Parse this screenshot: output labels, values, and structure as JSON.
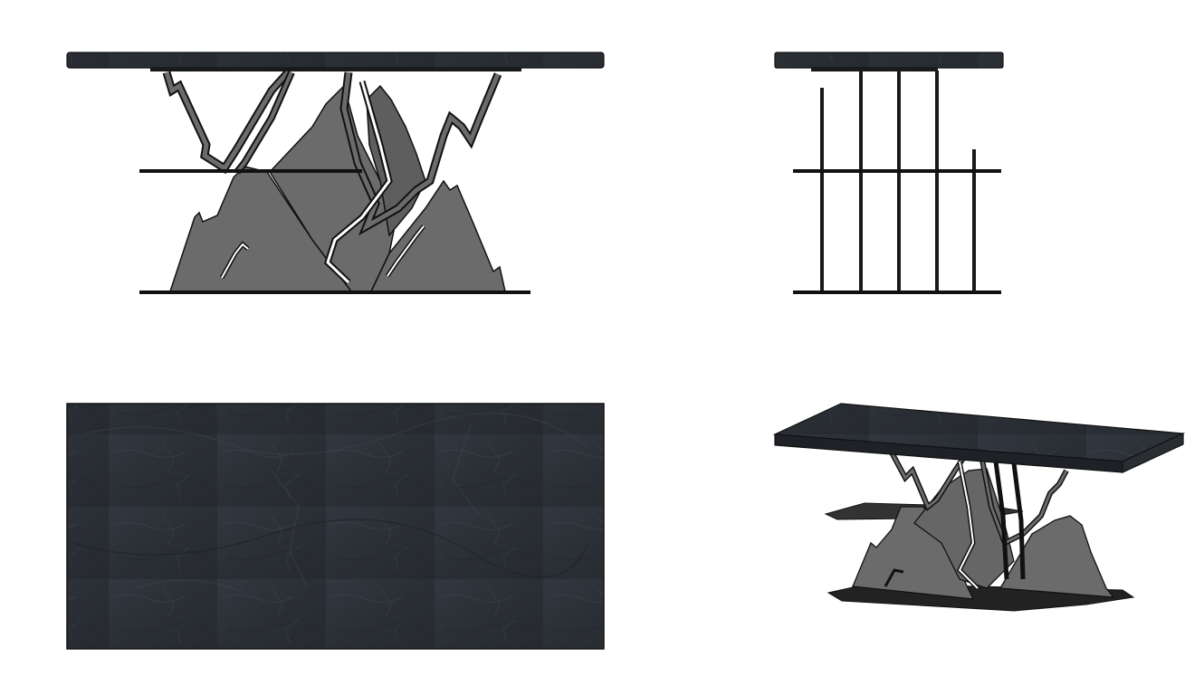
{
  "sheet": {
    "views": [
      {
        "id": "front",
        "kind": "front-elevation"
      },
      {
        "id": "side",
        "kind": "side-elevation"
      },
      {
        "id": "top",
        "kind": "plan-view"
      },
      {
        "id": "iso",
        "kind": "isometric-view"
      }
    ]
  },
  "colors": {
    "background": "#ffffff",
    "slate_top": "#2b2f34",
    "slate_dark": "#1f2226",
    "slate_highlight": "#3a4047",
    "plate_fill": "#6b6b6b",
    "plate_dark": "#555555",
    "outline": "#111111",
    "rod": "#1a1a1a"
  }
}
